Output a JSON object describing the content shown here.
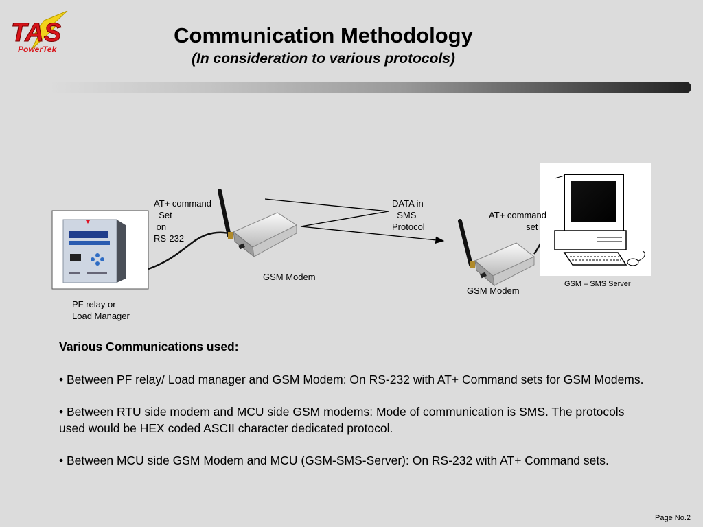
{
  "logo": {
    "text": "TAS",
    "subtext": "PowerTek"
  },
  "slide": {
    "title": "Communication Methodology",
    "subtitle": "(In consideration to various protocols)"
  },
  "diagram": {
    "at_command_left": "AT+ command\n  Set\n on\nRS-232",
    "data_in_sms": "DATA in\n  SMS\nProtocol",
    "at_command_right": "AT+ command\n               set",
    "gsm_modem_left": "GSM Modem",
    "gsm_modem_right": "GSM Modem",
    "gsm_sms_server": "GSM – SMS Server",
    "pf_relay": "PF relay or\nLoad Manager"
  },
  "body": {
    "heading": "Various Communications used:",
    "bullets": [
      "• Between PF relay/ Load manager and GSM Modem: On RS-232 with AT+ Command sets for GSM Modems.",
      "• Between RTU side modem and MCU side GSM modems: Mode of communication is SMS. The protocols used would be HEX coded ASCII character dedicated protocol.",
      "• Between MCU side GSM Modem and MCU (GSM-SMS-Server): On RS-232 with AT+ Command sets."
    ]
  },
  "footer": {
    "page_no": "Page No.2"
  }
}
